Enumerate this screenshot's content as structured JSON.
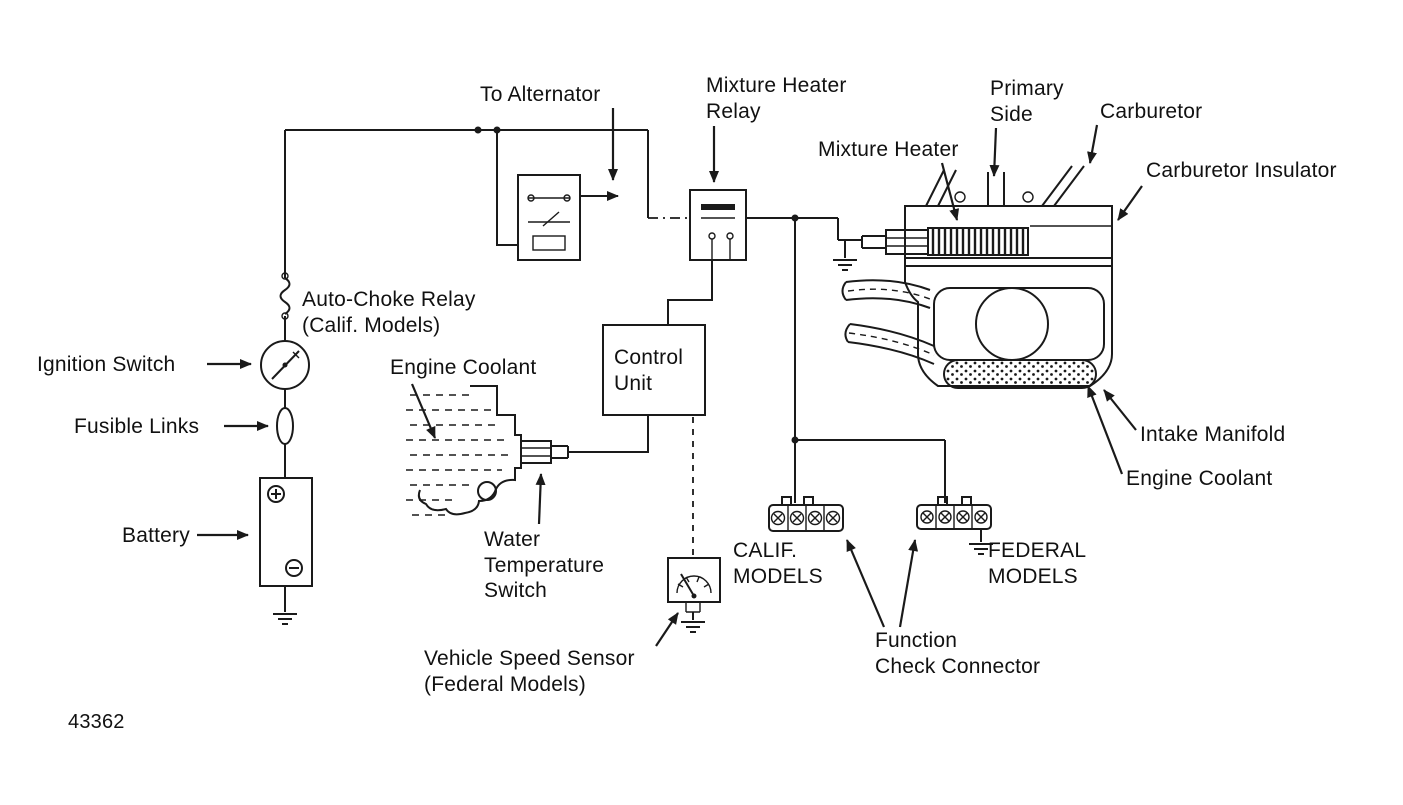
{
  "diagram": {
    "figure_number": "43362",
    "labels": {
      "to_alternator": "To Alternator",
      "mixture_heater_relay": "Mixture Heater\nRelay",
      "primary_side": "Primary\nSide",
      "carburetor": "Carburetor",
      "mixture_heater": "Mixture Heater",
      "carburetor_insulator": "Carburetor Insulator",
      "auto_choke_relay": "Auto-Choke Relay\n(Calif. Models)",
      "ignition_switch": "Ignition Switch",
      "engine_coolant_left": "Engine Coolant",
      "control_unit": "Control\nUnit",
      "fusible_links": "Fusible Links",
      "intake_manifold": "Intake Manifold",
      "engine_coolant_right": "Engine Coolant",
      "battery": "Battery",
      "water_temperature_switch": "Water\nTemperature\nSwitch",
      "calif_models": "CALIF.\nMODELS",
      "federal_models": "FEDERAL\nMODELS",
      "vehicle_speed_sensor": "Vehicle Speed Sensor\n(Federal Models)",
      "function_check_connector": "Function\nCheck Connector"
    }
  },
  "colors": {
    "ink": "#1a1a1a",
    "paper": "#ffffff"
  }
}
